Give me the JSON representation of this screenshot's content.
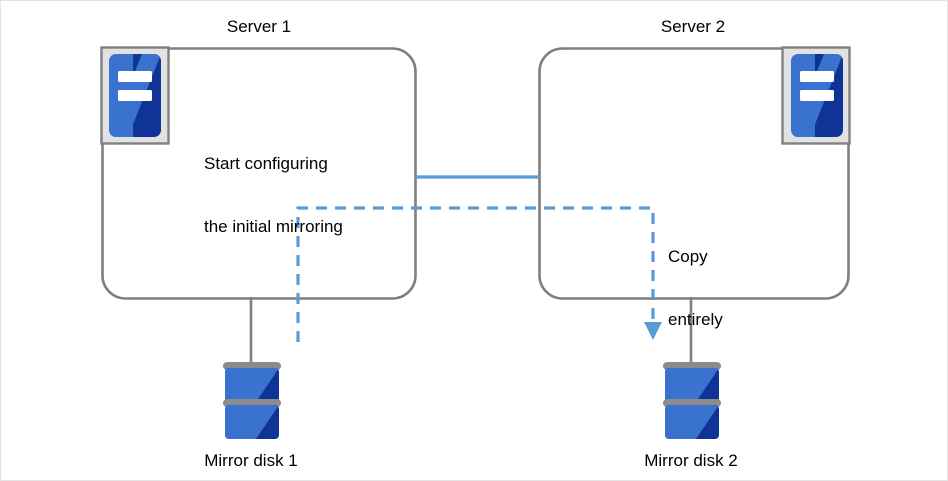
{
  "diagram": {
    "title": "Mirror disk initial mirroring between two servers",
    "colors": {
      "box_stroke": "#7f7f7f",
      "connector_gray": "#7f7f7f",
      "link_blue": "#5b9bd5",
      "dashed_blue": "#5b9bd5",
      "icon_blue_light": "#2f6ccc",
      "icon_blue_dark": "#10339b",
      "icon_frame_fill": "#e0e0e0",
      "icon_frame_stroke": "#808080",
      "disk_cap_gray": "#8c8c8c",
      "canvas_border": "#e3e3e3",
      "text": "#000000"
    },
    "servers": [
      {
        "id": "server-1",
        "title": "Server 1",
        "icon": "server-icon",
        "icon_position": "top-left",
        "note": "Start configuring\nthe initial mirroring",
        "note_line_1": "Start configuring",
        "note_line_2": "the initial mirroring",
        "disk": {
          "id": "mirror-disk-1",
          "label": "Mirror disk 1",
          "icon": "disk-stack-icon"
        }
      },
      {
        "id": "server-2",
        "title": "Server 2",
        "icon": "server-icon",
        "icon_position": "top-right",
        "note": "Copy\nentirely",
        "note_line_1": "Copy",
        "note_line_2": "entirely",
        "disk": {
          "id": "mirror-disk-2",
          "label": "Mirror disk 2",
          "icon": "disk-stack-icon"
        }
      }
    ],
    "connectors": [
      {
        "id": "interconnect-link",
        "style": "solid",
        "color": "#5b9bd5",
        "from": "server-1",
        "to": "server-2",
        "label": ""
      },
      {
        "id": "copy-flow",
        "style": "dashed",
        "color": "#5b9bd5",
        "arrow": "down",
        "from": "mirror-disk-1",
        "to": "mirror-disk-2",
        "label": "Copy entirely"
      },
      {
        "id": "server1-disk1-link",
        "style": "solid",
        "color": "#7f7f7f",
        "from": "server-1",
        "to": "mirror-disk-1",
        "label": ""
      },
      {
        "id": "server2-disk2-link",
        "style": "solid",
        "color": "#7f7f7f",
        "from": "server-2",
        "to": "mirror-disk-2",
        "label": ""
      }
    ]
  }
}
